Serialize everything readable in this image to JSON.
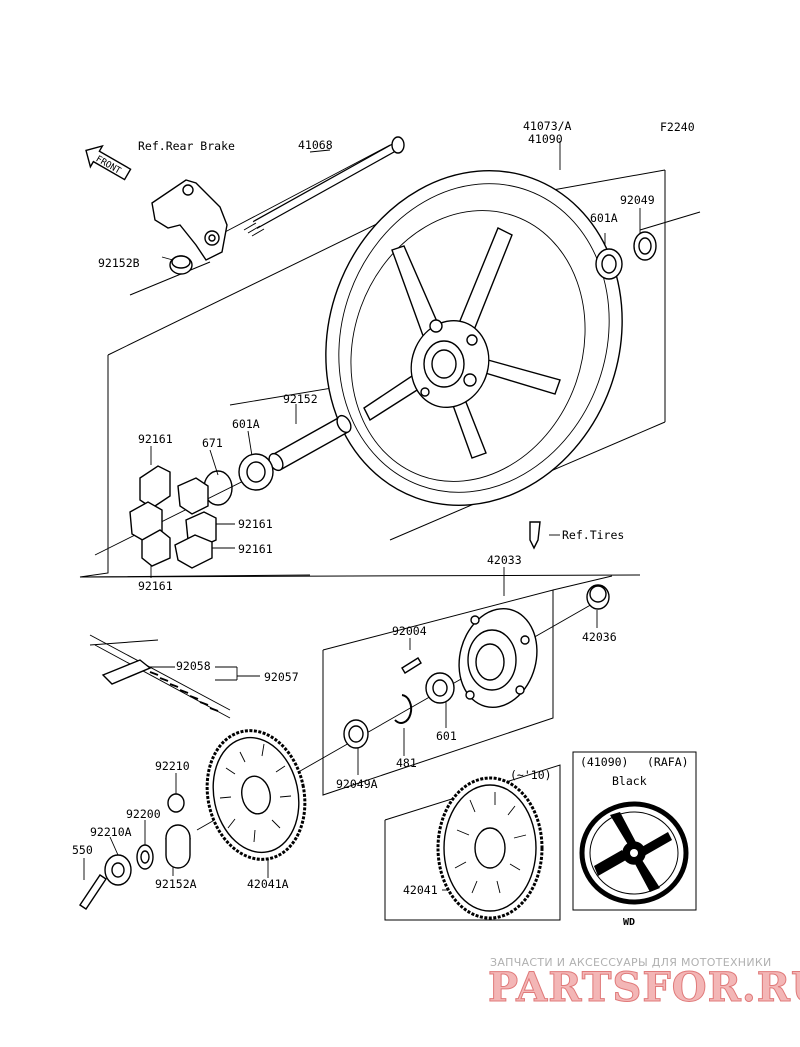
{
  "figure_code": "F2240",
  "front_label": "FRONT",
  "part_labels": {
    "ref_rear_brake": "Ref.Rear Brake",
    "p41068": "41068",
    "p41073A": "41073/A",
    "p41090": "41090",
    "p92049": "92049",
    "p601A_top": "601A",
    "p92152B": "92152B",
    "p92152": "92152",
    "p601A_mid": "601A",
    "p671": "671",
    "p92161_a": "92161",
    "p92161_b": "92161",
    "p92161_c": "92161",
    "p92161_d": "92161",
    "ref_tires": "Ref.Tires",
    "p42033": "42033",
    "p42036": "42036",
    "p92004": "92004",
    "p92058": "92058",
    "p92057": "92057",
    "p601": "601",
    "p481": "481",
    "p92049A": "92049A",
    "p92210": "92210",
    "p92200": "92200",
    "p92210A": "92210A",
    "p550": "550",
    "p92152A": "92152A",
    "p42041A": "42041A",
    "p42041": "42041"
  },
  "inset_10": {
    "label": "(~'10)"
  },
  "inset_wd": {
    "part_ref": "(41090)",
    "variant": "(RAFA)",
    "color": "Black",
    "footer": "WD"
  },
  "watermark": {
    "subtitle": "ЗАПЧАСТИ И АКСЕССУАРЫ ДЛЯ МОТОТЕХНИКИ",
    "logo": "PARTSFOR.RU"
  }
}
